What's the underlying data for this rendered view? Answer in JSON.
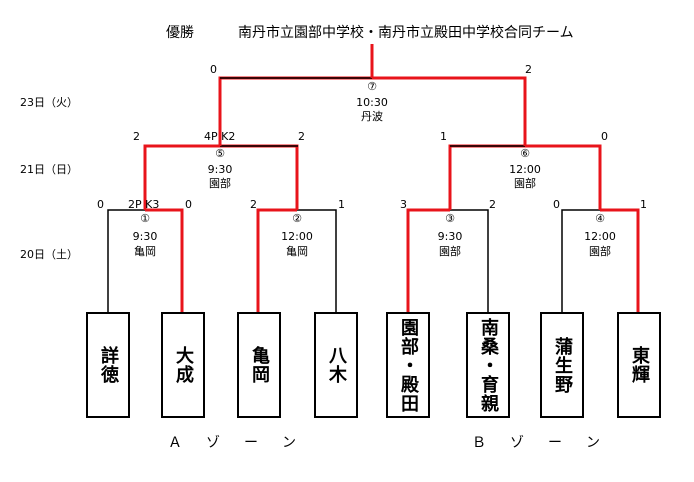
{
  "title": {
    "label": "優勝",
    "winner": "南丹市立園部中学校・南丹市立殿田中学校合同チーム"
  },
  "rounds": {
    "r3": "23日（火）",
    "r2": "21日（日）",
    "r1": "20日（土）"
  },
  "matches": {
    "m1": {
      "num": "①",
      "time": "9:30",
      "venue": "亀岡",
      "score_left": "0",
      "score_right": "0",
      "pk": "2P  K3"
    },
    "m2": {
      "num": "②",
      "time": "12:00",
      "venue": "亀岡",
      "score_left": "2",
      "score_right": "1"
    },
    "m3": {
      "num": "③",
      "time": "9:30",
      "venue": "園部",
      "score_left": "3",
      "score_right": "2"
    },
    "m4": {
      "num": "④",
      "time": "12:00",
      "venue": "園部",
      "score_left": "0",
      "score_right": "1"
    },
    "m5": {
      "num": "⑤",
      "time": "9:30",
      "venue": "園部",
      "score_left": "2",
      "score_right": "2",
      "pk": "4P  K2"
    },
    "m6": {
      "num": "⑥",
      "time": "12:00",
      "venue": "園部",
      "score_left": "1",
      "score_right": "0"
    },
    "m7": {
      "num": "⑦",
      "time": "10:30",
      "venue": "丹波",
      "score_left": "0",
      "score_right": "2"
    }
  },
  "teams": [
    "詳徳",
    "大成",
    "亀岡",
    "八木",
    "園部・殿田",
    "南桑・育親",
    "蒲生野",
    "東輝"
  ],
  "zones": {
    "a": [
      "Ａ",
      "ゾ",
      "ー",
      "ン"
    ],
    "b": [
      "Ｂ",
      "ゾ",
      "ー",
      "ン"
    ]
  },
  "colors": {
    "winner_line": "#e8141b",
    "line": "#000000"
  }
}
